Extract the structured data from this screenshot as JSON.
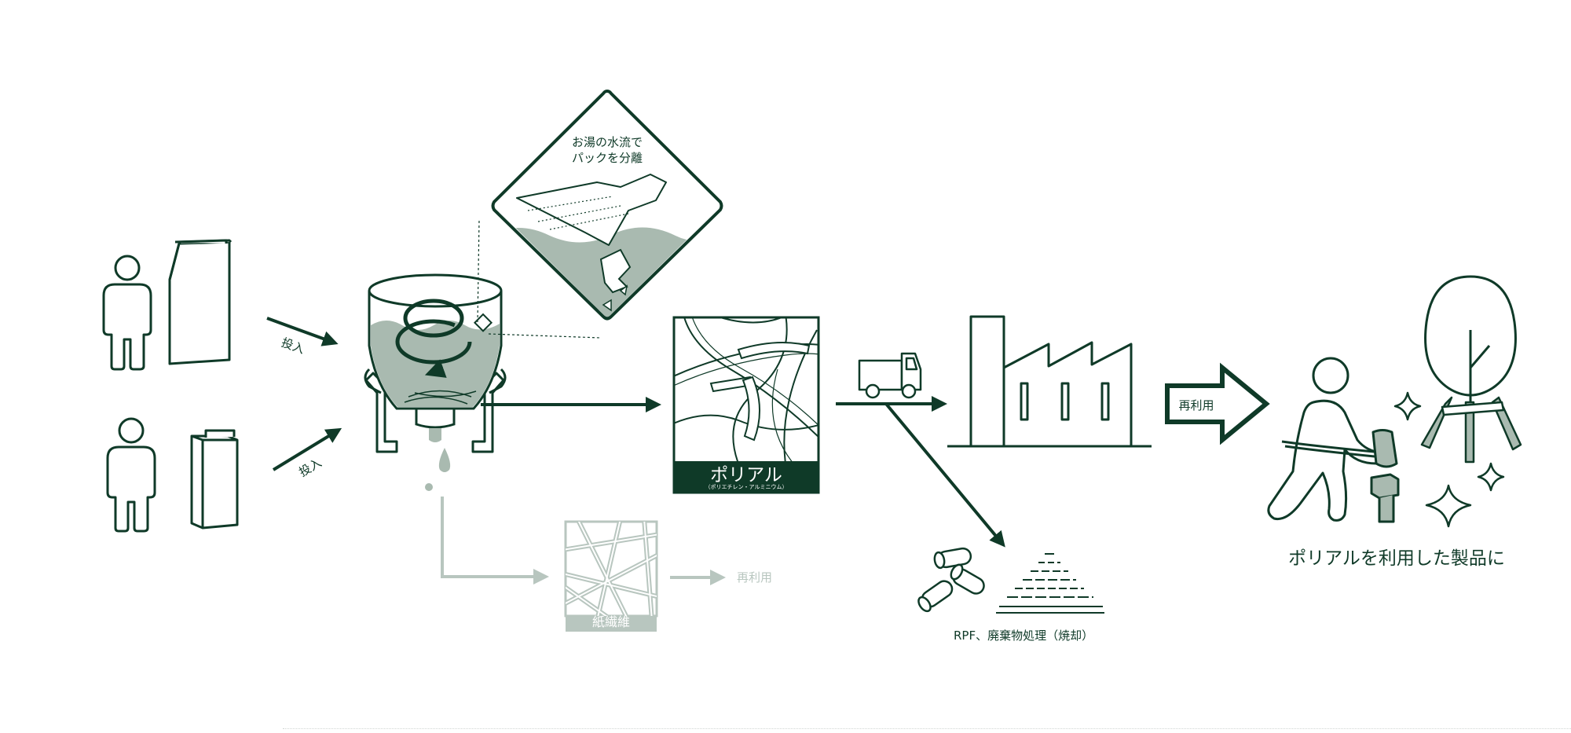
{
  "labels": {
    "input_top": "投入",
    "input_bottom": "投入",
    "separation_line1": "お湯の水流で",
    "separation_line2": "パックを分離",
    "polyal_title": "ポリアル",
    "polyal_sub": "（ポリエチレン・アルミニウム）",
    "paper_fiber": "紙繊維",
    "paper_reuse": "再利用",
    "reuse_arrow": "再利用",
    "waste": "RPF、廃棄物処理（焼却）",
    "products": "ポリアルを利用した製品に"
  },
  "colors": {
    "primary": "#0f3a28",
    "water_fill": "#a9bab0",
    "faded": "#b8c6bf",
    "white": "#ffffff"
  },
  "icons": [
    "person-icon",
    "milk-carton-icon",
    "juice-carton-icon",
    "pulper-tank-icon",
    "separation-detail-icon",
    "polyal-material-icon",
    "paper-fiber-icon",
    "truck-icon",
    "factory-icon",
    "waste-capsules-icon",
    "waste-pile-icon",
    "worker-hammer-icon",
    "tree-icon",
    "sparkle-icon",
    "stake-stand-icon"
  ]
}
